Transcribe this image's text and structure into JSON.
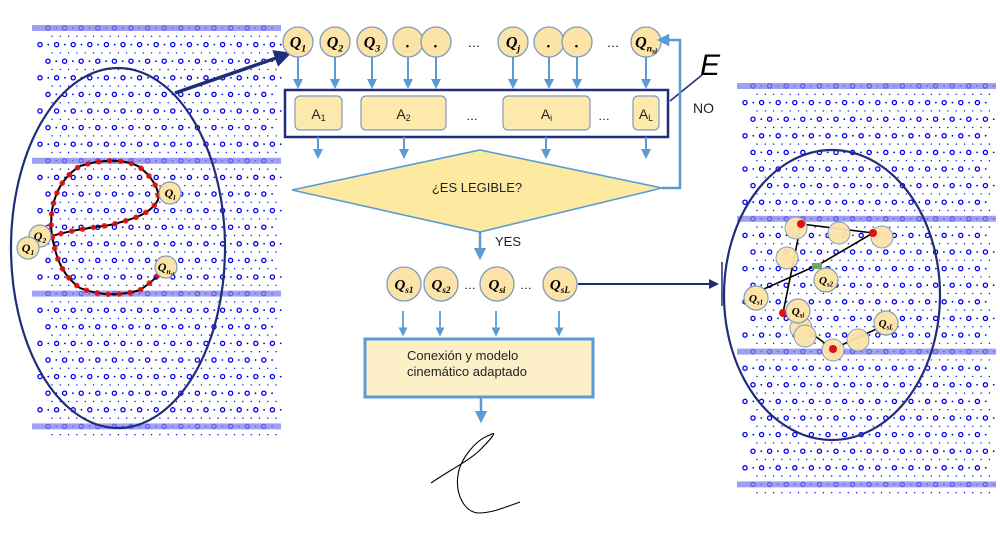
{
  "colors": {
    "node_fill": "#fce4a8",
    "node_stroke": "#7f9bb8",
    "arrow_light": "#5b9bd5",
    "arrow_dark": "#1f2d7a",
    "box_fill": "#fde9ac",
    "box_outline_dark": "#1f2d7a",
    "decision_fill": "#fde9a0",
    "final_box_fill": "#fdf0c8",
    "grid_dot": "#0000ee",
    "grid_band": "#8080ee",
    "trajectory": "#000000",
    "trajectory_points": "#e01010"
  },
  "top_nodes": [
    {
      "base": "Q",
      "sub": "1"
    },
    {
      "base": "Q",
      "sub": "2"
    },
    {
      "base": "Q",
      "sub": "3"
    },
    {
      "base": ".",
      "sub": ""
    },
    {
      "base": ".",
      "sub": ""
    },
    {
      "base": "…",
      "sub": "",
      "ellipsis": true
    },
    {
      "base": "Q",
      "sub": "j"
    },
    {
      "base": ".",
      "sub": ""
    },
    {
      "base": ".",
      "sub": ""
    },
    {
      "base": "…",
      "sub": "",
      "ellipsis": true
    },
    {
      "base": "Q",
      "sub": "n",
      "subsub": "sl"
    }
  ],
  "e_label": "E",
  "action_boxes": [
    {
      "base": "A",
      "sub": "1"
    },
    {
      "base": "A",
      "sub": "2"
    },
    {
      "base": "…",
      "ellipsis": true
    },
    {
      "base": "A",
      "sub": "i"
    },
    {
      "base": "…",
      "ellipsis": true
    },
    {
      "base": "A",
      "sub": "L"
    }
  ],
  "no_label": "NO",
  "decision_label": "¿ES LEGIBLE?",
  "yes_label": "YES",
  "selected_nodes": [
    {
      "base": "Q",
      "sub": "s1"
    },
    {
      "base": "Q",
      "sub": "s2"
    },
    {
      "base": "…",
      "ellipsis": true
    },
    {
      "base": "Q",
      "sub": "si"
    },
    {
      "base": "…",
      "ellipsis": true
    },
    {
      "base": "Q",
      "sub": "sL"
    }
  ],
  "process_box": {
    "line1": "Conexión y modelo",
    "line2": "cinemático adaptado"
  },
  "left_panel_labels": [
    {
      "base": "Q",
      "sub": "l"
    },
    {
      "base": "Q",
      "sub": "2"
    },
    {
      "base": "Q",
      "sub": "1"
    },
    {
      "base": "Q",
      "sub": "n",
      "subsub": "sl"
    }
  ],
  "right_panel_labels": [
    {
      "base": "Q",
      "sub": "s1"
    },
    {
      "base": "Q",
      "sub": "s2"
    },
    {
      "base": "Q",
      "sub": "si"
    },
    {
      "base": "Q",
      "sub": "sL"
    }
  ]
}
